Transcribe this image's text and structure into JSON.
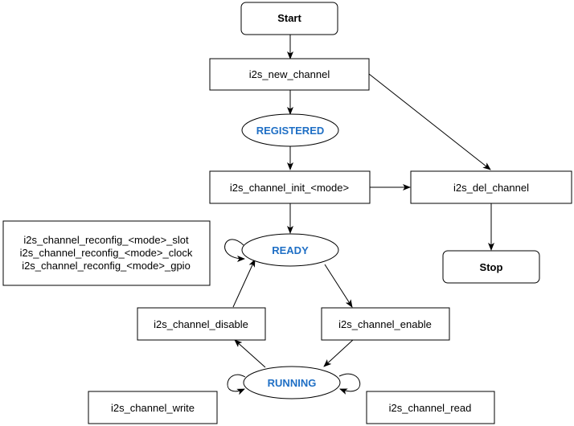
{
  "colors": {
    "state_text": "#1f6fc5",
    "stroke": "#000000",
    "fill": "#ffffff"
  },
  "nodes": {
    "start": "Start",
    "new_channel": "i2s_new_channel",
    "registered": "REGISTERED",
    "init_mode": "i2s_channel_init_<mode>",
    "del_channel": "i2s_del_channel",
    "reconfig": [
      "i2s_channel_reconfig_<mode>_slot",
      "i2s_channel_reconfig_<mode>_clock",
      "i2s_channel_reconfig_<mode>_gpio"
    ],
    "ready": "READY",
    "stop": "Stop",
    "disable": "i2s_channel_disable",
    "enable": "i2s_channel_enable",
    "running": "RUNNING",
    "write": "i2s_channel_write",
    "read": "i2s_channel_read"
  }
}
